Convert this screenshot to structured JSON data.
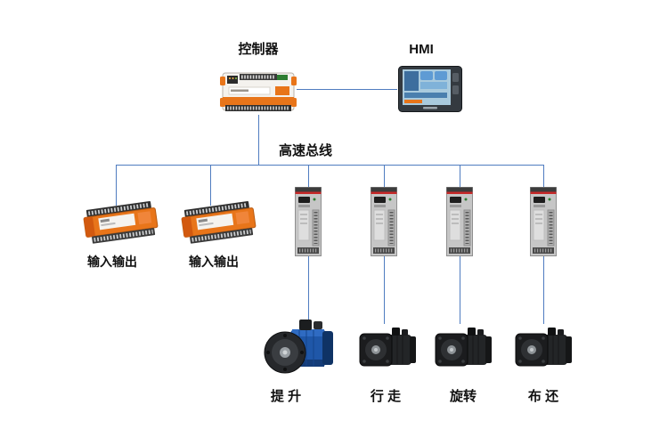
{
  "colors": {
    "line": "#4f7cc0",
    "plc-orange": "#e8751a",
    "drive-gray": "#c6c6c6",
    "motor-blue": "#1f57a8",
    "motor-black": "#232527",
    "hmi-screen": "#a9cadd",
    "label-text": "#111111",
    "background": "#ffffff"
  },
  "diagram": {
    "controller": {
      "label": "控制器"
    },
    "hmi": {
      "label": "HMI"
    },
    "bus": {
      "label": "高速总线"
    },
    "io_modules": [
      {
        "label": "输入输出"
      },
      {
        "label": "输入输出"
      }
    ],
    "motors": [
      {
        "label": "提 升"
      },
      {
        "label": "行 走"
      },
      {
        "label": "旋转"
      },
      {
        "label": "布 还"
      }
    ]
  }
}
